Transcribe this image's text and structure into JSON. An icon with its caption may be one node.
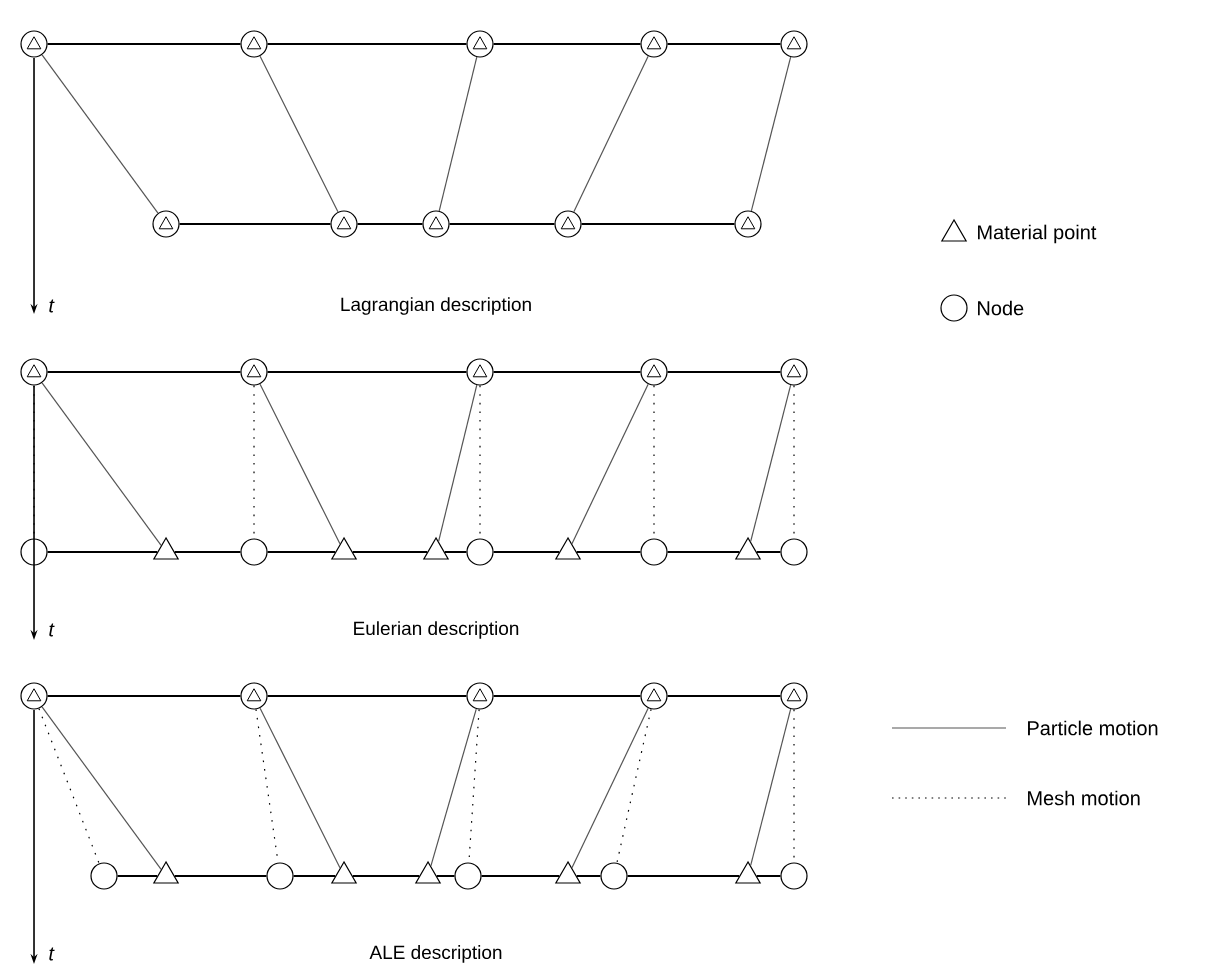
{
  "diagram": {
    "nodes": [
      {
        "text": [],
        "shape": "point"
      },
      {
        "text": [],
        "shape": "point"
      },
      {
        "text": [],
        "shape": "point"
      },
      {
        "text": [],
        "shape": "point"
      },
      {
        "text": [],
        "shape": "point"
      },
      {
        "text": [],
        "shape": "point"
      },
      {
        "text": [],
        "shape": "point"
      },
      {
        "text": [],
        "shape": "point"
      },
      {
        "text": [],
        "shape": "point"
      },
      {
        "text": [],
        "shape": "point"
      },
      {
        "text": [],
        "shape": "point"
      },
      {
        "text": [],
        "shape": "point"
      },
      {
        "text": [],
        "shape": "point"
      },
      {
        "text": [],
        "shape": "point"
      },
      {
        "text": [],
        "shape": "point"
      },
      {
        "text": [],
        "shape": "circle"
      },
      {
        "text": [],
        "shape": "triangle"
      },
      {
        "text": [],
        "shape": "circle"
      },
      {
        "text": [],
        "shape": "triangle"
      },
      {
        "text": [],
        "shape": "triangle"
      },
      {
        "text": [],
        "shape": "circle"
      },
      {
        "text": [],
        "shape": "triangle"
      },
      {
        "text": [],
        "shape": "circle"
      },
      {
        "text": [],
        "shape": "triangle"
      },
      {
        "text": [],
        "shape": "circle"
      },
      {
        "text": [],
        "shape": "point"
      },
      {
        "text": [],
        "shape": "point"
      },
      {
        "text": [],
        "shape": "point"
      },
      {
        "text": [],
        "shape": "point"
      },
      {
        "text": [],
        "shape": "point"
      },
      {
        "text": [],
        "shape": "circle"
      },
      {
        "text": [],
        "shape": "triangle"
      },
      {
        "text": [],
        "shape": "circle"
      },
      {
        "text": [],
        "shape": "triangle"
      },
      {
        "text": [],
        "shape": "triangle"
      },
      {
        "text": [],
        "shape": "circle"
      },
      {
        "text": [],
        "shape": "triangle"
      },
      {
        "text": [],
        "shape": "circle"
      },
      {
        "text": [],
        "shape": "triangle"
      },
      {
        "text": [],
        "shape": "circle"
      }
    ],
    "edges": [
      {
        "from": 0,
        "to": 1,
        "arrow": "none"
      },
      {
        "from": 1,
        "to": 2,
        "arrow": "none"
      },
      {
        "from": 2,
        "to": 3,
        "arrow": "none"
      },
      {
        "from": 3,
        "to": 4,
        "arrow": "none"
      },
      {
        "from": 0,
        "to": 5,
        "arrow": "none",
        "color": "#555555"
      },
      {
        "from": 1,
        "to": 6,
        "arrow": "none",
        "color": "#555555"
      },
      {
        "from": 2,
        "to": 7,
        "arrow": "none",
        "color": "#555555"
      },
      {
        "from": 3,
        "to": 8,
        "arrow": "none",
        "color": "#555555"
      },
      {
        "from": 4,
        "to": 9,
        "arrow": "none",
        "color": "#555555"
      },
      {
        "from": 5,
        "to": 6,
        "arrow": "none"
      },
      {
        "from": 6,
        "to": 7,
        "arrow": "none"
      },
      {
        "from": 7,
        "to": 8,
        "arrow": "none"
      },
      {
        "from": 8,
        "to": 9,
        "arrow": "none"
      },
      {
        "from": 10,
        "to": 11,
        "arrow": "none"
      },
      {
        "from": 11,
        "to": 12,
        "arrow": "none"
      },
      {
        "from": 12,
        "to": 13,
        "arrow": "none"
      },
      {
        "from": 13,
        "to": 14,
        "arrow": "none"
      },
      {
        "from": 10,
        "to": 15,
        "arrow": "none",
        "style": "dashed"
      },
      {
        "from": 11,
        "to": 17,
        "arrow": "none",
        "style": "dashed"
      },
      {
        "from": 12,
        "to": 20,
        "arrow": "none",
        "style": "dashed"
      },
      {
        "from": 13,
        "to": 22,
        "arrow": "none",
        "style": "dashed"
      },
      {
        "from": 14,
        "to": 24,
        "arrow": "none",
        "style": "dashed"
      },
      {
        "from": 10,
        "to": 16,
        "arrow": "none",
        "color": "#555555"
      },
      {
        "from": 11,
        "to": 18,
        "arrow": "none",
        "color": "#555555"
      },
      {
        "from": 12,
        "to": 19,
        "arrow": "none",
        "color": "#555555"
      },
      {
        "from": 13,
        "to": 21,
        "arrow": "none",
        "color": "#555555"
      },
      {
        "from": 14,
        "to": 23,
        "arrow": "none",
        "color": "#555555"
      },
      {
        "from": 15,
        "to": 16,
        "arrow": "none"
      },
      {
        "from": 16,
        "to": 17,
        "arrow": "none"
      },
      {
        "from": 17,
        "to": 18,
        "arrow": "none"
      },
      {
        "from": 18,
        "to": 19,
        "arrow": "none"
      },
      {
        "from": 19,
        "to": 20,
        "arrow": "none"
      },
      {
        "from": 20,
        "to": 21,
        "arrow": "none"
      },
      {
        "from": 21,
        "to": 22,
        "arrow": "none"
      },
      {
        "from": 22,
        "to": 23,
        "arrow": "none"
      },
      {
        "from": 23,
        "to": 24,
        "arrow": "none"
      },
      {
        "from": 25,
        "to": 26,
        "arrow": "none"
      },
      {
        "from": 26,
        "to": 27,
        "arrow": "none"
      },
      {
        "from": 27,
        "to": 28,
        "arrow": "none"
      },
      {
        "from": 28,
        "to": 29,
        "arrow": "none"
      },
      {
        "from": 25,
        "to": 30,
        "arrow": "none",
        "style": "dashed"
      },
      {
        "from": 26,
        "to": 32,
        "arrow": "none",
        "style": "dashed"
      },
      {
        "from": 27,
        "to": 35,
        "arrow": "none",
        "style": "dashed"
      },
      {
        "from": 28,
        "to": 37,
        "arrow": "none",
        "style": "dashed"
      },
      {
        "from": 29,
        "to": 39,
        "arrow": "none",
        "style": "dashed"
      },
      {
        "from": 25,
        "to": 31,
        "arrow": "none",
        "color": "#555555"
      },
      {
        "from": 26,
        "to": 33,
        "arrow": "none",
        "color": "#555555"
      },
      {
        "from": 27,
        "to": 34,
        "arrow": "none",
        "color": "#555555"
      },
      {
        "from": 28,
        "to": 36,
        "arrow": "none",
        "color": "#555555"
      },
      {
        "from": 29,
        "to": 38,
        "arrow": "none",
        "color": "#555555"
      },
      {
        "from": 30,
        "to": 31,
        "arrow": "none"
      },
      {
        "from": 31,
        "to": 32,
        "arrow": "none"
      },
      {
        "from": 32,
        "to": 33,
        "arrow": "none"
      },
      {
        "from": 33,
        "to": 34,
        "arrow": "none"
      },
      {
        "from": 34,
        "to": 35,
        "arrow": "none"
      },
      {
        "from": 35,
        "to": 36,
        "arrow": "none"
      },
      {
        "from": 36,
        "to": 37,
        "arrow": "none"
      },
      {
        "from": 37,
        "to": 38,
        "arrow": "none"
      },
      {
        "from": 38,
        "to": 39,
        "arrow": "none"
      }
    ],
    "labels": [
      "t",
      "Lagrangian description",
      "t",
      "Eulerian description",
      "t",
      "ALE description"
    ],
    "legend": [
      {
        "text": "Material point"
      },
      {
        "text": "Node"
      },
      {
        "text": "Particle motion"
      },
      {
        "text": "Mesh motion"
      }
    ]
  }
}
